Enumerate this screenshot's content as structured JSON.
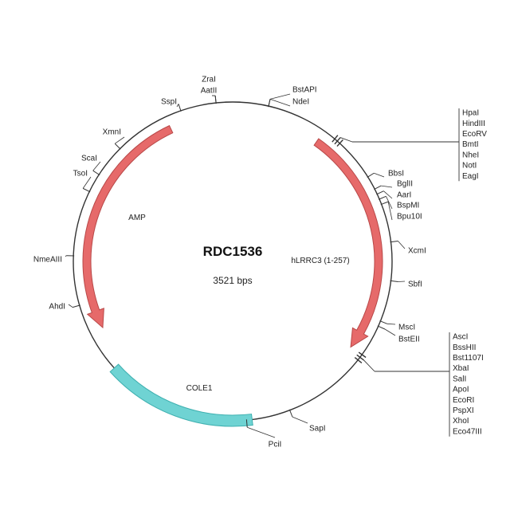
{
  "plasmid": {
    "name": "RDC1536",
    "size_label": "3521 bps",
    "size_bp": 3521
  },
  "colors": {
    "backbone": "#333333",
    "arrow_fill": "#e66a6a",
    "arrow_stroke": "#b84848",
    "ori_fill": "#6fd3d3",
    "ori_stroke": "#3fb0b0"
  },
  "features": [
    {
      "id": "amp",
      "label": "AMP",
      "type": "arrow",
      "start_deg": 335,
      "end_deg": 243,
      "color_key": "arrow_fill"
    },
    {
      "id": "hlrrc3",
      "label": "hLRRC3 (1-257)",
      "type": "arrow",
      "start_deg": 35,
      "end_deg": 126,
      "color_key": "arrow_fill"
    },
    {
      "id": "cole1",
      "label": "COLE1",
      "type": "band",
      "start_deg": 228,
      "end_deg": 173,
      "color_key": "ori_fill"
    }
  ],
  "single_sites": [
    {
      "label": "ZraI",
      "deg": 354
    },
    {
      "label": "AatII",
      "deg": 354
    },
    {
      "label": "SspI",
      "deg": 341
    },
    {
      "label": "BstAPI",
      "deg": 13
    },
    {
      "label": "NdeI",
      "deg": 13
    },
    {
      "label": "XmnI",
      "deg": 315
    },
    {
      "label": "ScaI",
      "deg": 303
    },
    {
      "label": "TsoI",
      "deg": 296
    },
    {
      "label": "NmeAIII",
      "deg": 272
    },
    {
      "label": "AhdI",
      "deg": 254
    },
    {
      "label": "BbsI",
      "deg": 58
    },
    {
      "label": "BglII",
      "deg": 63
    },
    {
      "label": "AarI",
      "deg": 65
    },
    {
      "label": "BspMI",
      "deg": 67
    },
    {
      "label": "Bpu10I",
      "deg": 69
    },
    {
      "label": "XcmI",
      "deg": 83
    },
    {
      "label": "SbfI",
      "deg": 97
    },
    {
      "label": "MscI",
      "deg": 112
    },
    {
      "label": "BstEII",
      "deg": 114
    },
    {
      "label": "SapI",
      "deg": 159
    },
    {
      "label": "PciI",
      "deg": 175
    }
  ],
  "cluster_top": {
    "deg": 41,
    "sites": [
      "HpaI",
      "HindIII",
      "EcoRV",
      "BmtI",
      "NheI",
      "NotI",
      "EagI"
    ]
  },
  "cluster_bottom": {
    "deg": 127,
    "sites": [
      "AscI",
      "BssHII",
      "Bst1107I",
      "XbaI",
      "SalI",
      "ApoI",
      "EcoRI",
      "PspXI",
      "XhoI",
      "Eco47III"
    ]
  }
}
